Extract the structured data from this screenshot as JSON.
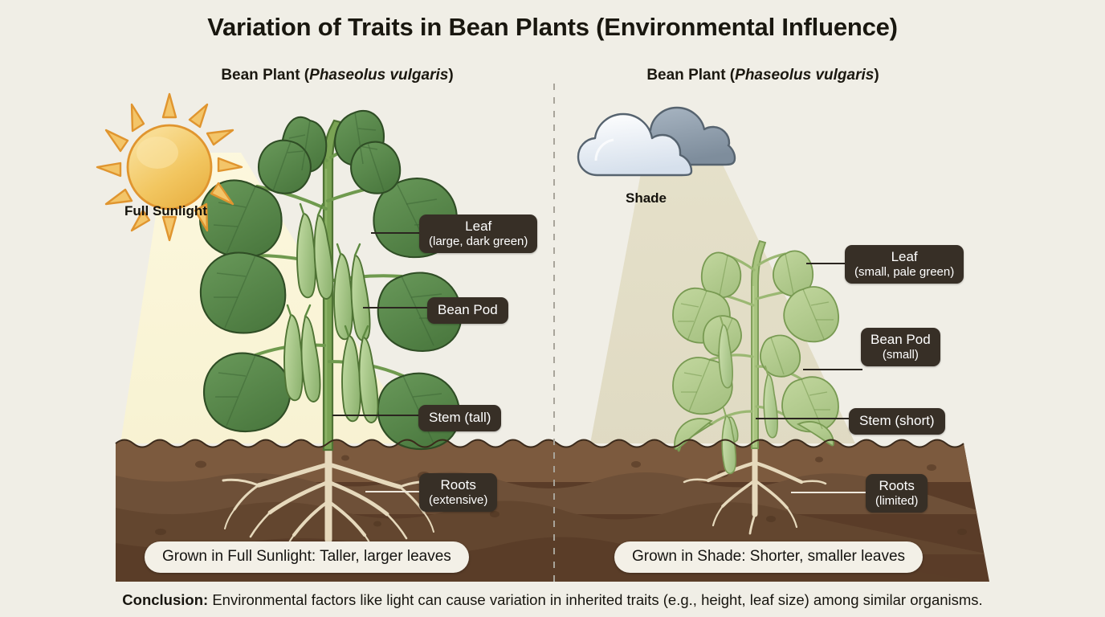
{
  "title": "Variation of Traits in Bean Plants (Environmental Influence)",
  "background_color": "#f0eee6",
  "panels": [
    {
      "id": "sunlight",
      "heading_main": "Bean Plant (",
      "heading_species": "Phaseolus vulgaris",
      "heading_close": ")",
      "source_label": "Full Sunlight",
      "source_icon": "sun-icon",
      "caption": "Grown in Full Sunlight: Taller, larger leaves",
      "callouts": [
        {
          "name": "leaf",
          "line1": "Leaf",
          "line2": "(large, dark green)"
        },
        {
          "name": "bean-pod",
          "line1": "Bean Pod",
          "line2": ""
        },
        {
          "name": "stem",
          "line1": "Stem (tall)",
          "line2": ""
        },
        {
          "name": "roots",
          "line1": "Roots",
          "line2": "(extensive)"
        }
      ]
    },
    {
      "id": "shade",
      "heading_main": "Bean Plant (",
      "heading_species": "Phaseolus vulgaris",
      "heading_close": ")",
      "source_label": "Shade",
      "source_icon": "cloud-icon",
      "caption": "Grown in Shade: Shorter, smaller leaves",
      "callouts": [
        {
          "name": "leaf",
          "line1": "Leaf",
          "line2": "(small, pale green)"
        },
        {
          "name": "bean-pod",
          "line1": "Bean Pod",
          "line2": "(small)"
        },
        {
          "name": "stem",
          "line1": "Stem (short)",
          "line2": ""
        },
        {
          "name": "roots",
          "line1": "Roots",
          "line2": "(limited)"
        }
      ]
    }
  ],
  "conclusion": {
    "label": "Conclusion:",
    "text": " Environmental factors like light can cause variation in inherited traits (e.g., height, leaf size) among similar organisms."
  },
  "colors": {
    "callout_bg": "#372f26",
    "callout_text": "#ffffff",
    "caption_bg": "#f3f0e7",
    "sun_fill": "#f0c45c",
    "sun_stroke": "#e0952f",
    "cloud_front": "#eef3f8",
    "cloud_back": "#8c9aa8",
    "leaf_sun": "#5a8a4a",
    "leaf_shade": "#b3cb8e",
    "stem_sun": "#6f9a4e",
    "stem_shade": "#a8c47f",
    "pod_sun": "#a8c98a",
    "pod_shade": "#b8d098",
    "root": "#e8dcc0",
    "soil_top": "#8a6murky",
    "divider": "#a8a49a"
  }
}
